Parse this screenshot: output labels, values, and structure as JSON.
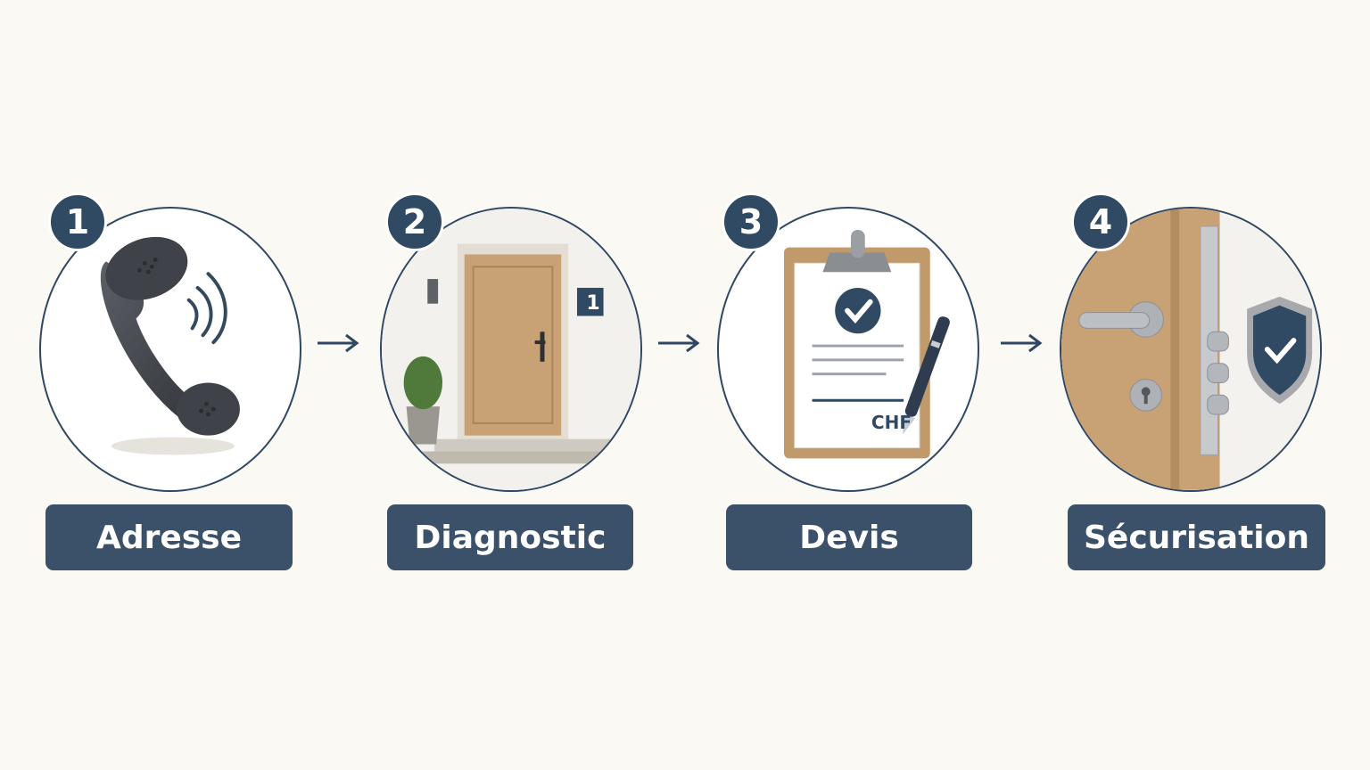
{
  "steps": [
    {
      "number": "1",
      "label": "Adresse",
      "icon": "phone-handset-icon"
    },
    {
      "number": "2",
      "label": "Diagnostic",
      "icon": "front-door-icon",
      "door_sign": "1"
    },
    {
      "number": "3",
      "label": "Devis",
      "icon": "clipboard-quote-icon",
      "currency": "CHF"
    },
    {
      "number": "4",
      "label": "Sécurisation",
      "icon": "secure-lock-shield-icon"
    }
  ],
  "colors": {
    "background": "#fbf9f4",
    "accent": "#304a64",
    "label_bg": "#3b5069",
    "wood": "#c8a275"
  }
}
